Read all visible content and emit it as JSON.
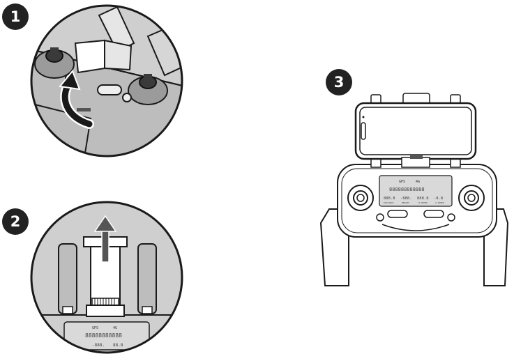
{
  "steps": [
    {
      "number": "1"
    },
    {
      "number": "2"
    },
    {
      "number": "3"
    }
  ],
  "lcd": {
    "status_left": "GPS",
    "status_mid": "4G",
    "big_digits": "888888888888",
    "readouts": [
      "888.8",
      "-888.",
      "888.8",
      "-8.8"
    ],
    "readout_labels": [
      "DISTANCE",
      "HEIGHT",
      "H.SPEED",
      "V.SPEED"
    ],
    "partial_digits": "88888888888",
    "partial_readouts": [
      "-888.",
      "88.8"
    ]
  },
  "colors": {
    "line": "#1a1a1a",
    "shade": "#cfcfcf",
    "dark_shade": "#8a8a8a",
    "badge": "#222222",
    "screen": "#d9d9d9"
  }
}
